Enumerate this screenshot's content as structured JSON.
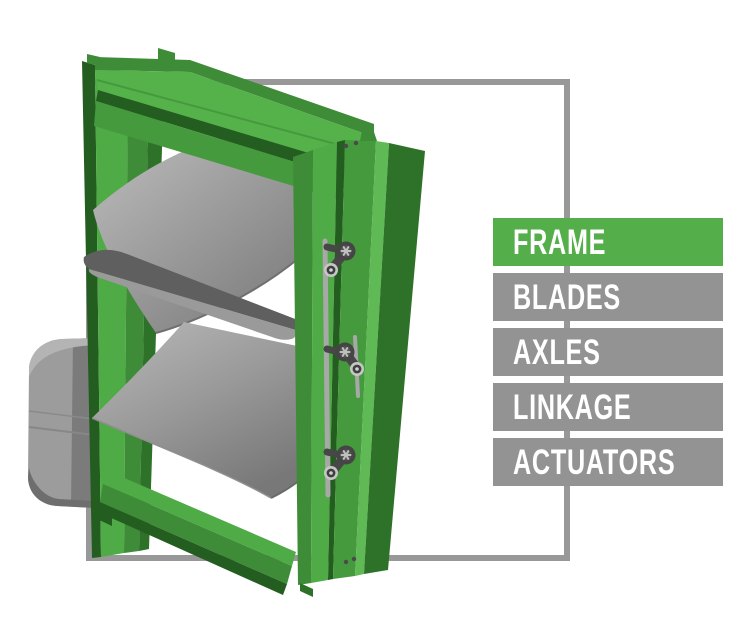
{
  "menu": {
    "items": [
      {
        "label": "FRAME",
        "active": true
      },
      {
        "label": "BLADES",
        "active": false
      },
      {
        "label": "AXLES",
        "active": false
      },
      {
        "label": "LINKAGE",
        "active": false
      },
      {
        "label": "ACTUATORS",
        "active": false
      }
    ]
  },
  "colors": {
    "accent_green": "#54AF4A",
    "inactive_gray": "#939393",
    "outline_gray": "#989898",
    "label_text": "#FFFFFF",
    "frame_green_bright": "#4FAB45",
    "frame_green_dark": "#245D20",
    "blade_gray": "#9B9B9B",
    "hardware_gray": "#474747"
  }
}
